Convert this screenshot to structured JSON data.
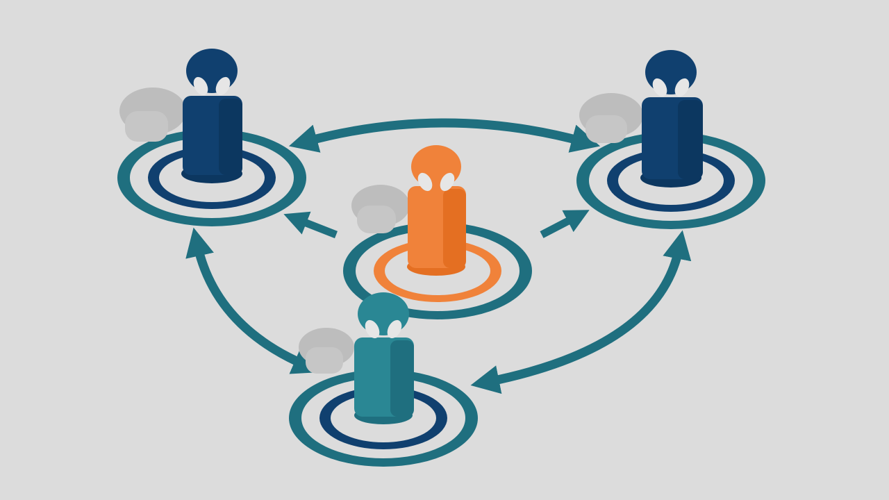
{
  "colors": {
    "background": "#dcdcdc",
    "teal": "#1f6f7f",
    "teal_light": "#2a8794",
    "navy": "#10406f",
    "navy_dark": "#0c3760",
    "orange": "#f0823a",
    "orange_dark": "#e46f22",
    "shadow": "#bdbdbd",
    "face": "#e6e6e6"
  },
  "nodes": [
    {
      "id": "top-left",
      "role": "peer",
      "figure_color": "navy"
    },
    {
      "id": "top-right",
      "role": "peer",
      "figure_color": "navy"
    },
    {
      "id": "center",
      "role": "hub",
      "figure_color": "orange"
    },
    {
      "id": "bottom",
      "role": "peer",
      "figure_color": "teal"
    }
  ],
  "connections": [
    {
      "from": "top-left",
      "to": "top-right",
      "type": "bidirectional"
    },
    {
      "from": "top-left",
      "to": "bottom",
      "type": "bidirectional"
    },
    {
      "from": "bottom",
      "to": "top-right",
      "type": "bidirectional"
    },
    {
      "from": "center",
      "to": "top-left",
      "type": "directed"
    },
    {
      "from": "center",
      "to": "top-right",
      "type": "directed"
    }
  ],
  "icons": [
    "person-figure-icon",
    "target-ring-icon",
    "double-arrow-icon"
  ]
}
